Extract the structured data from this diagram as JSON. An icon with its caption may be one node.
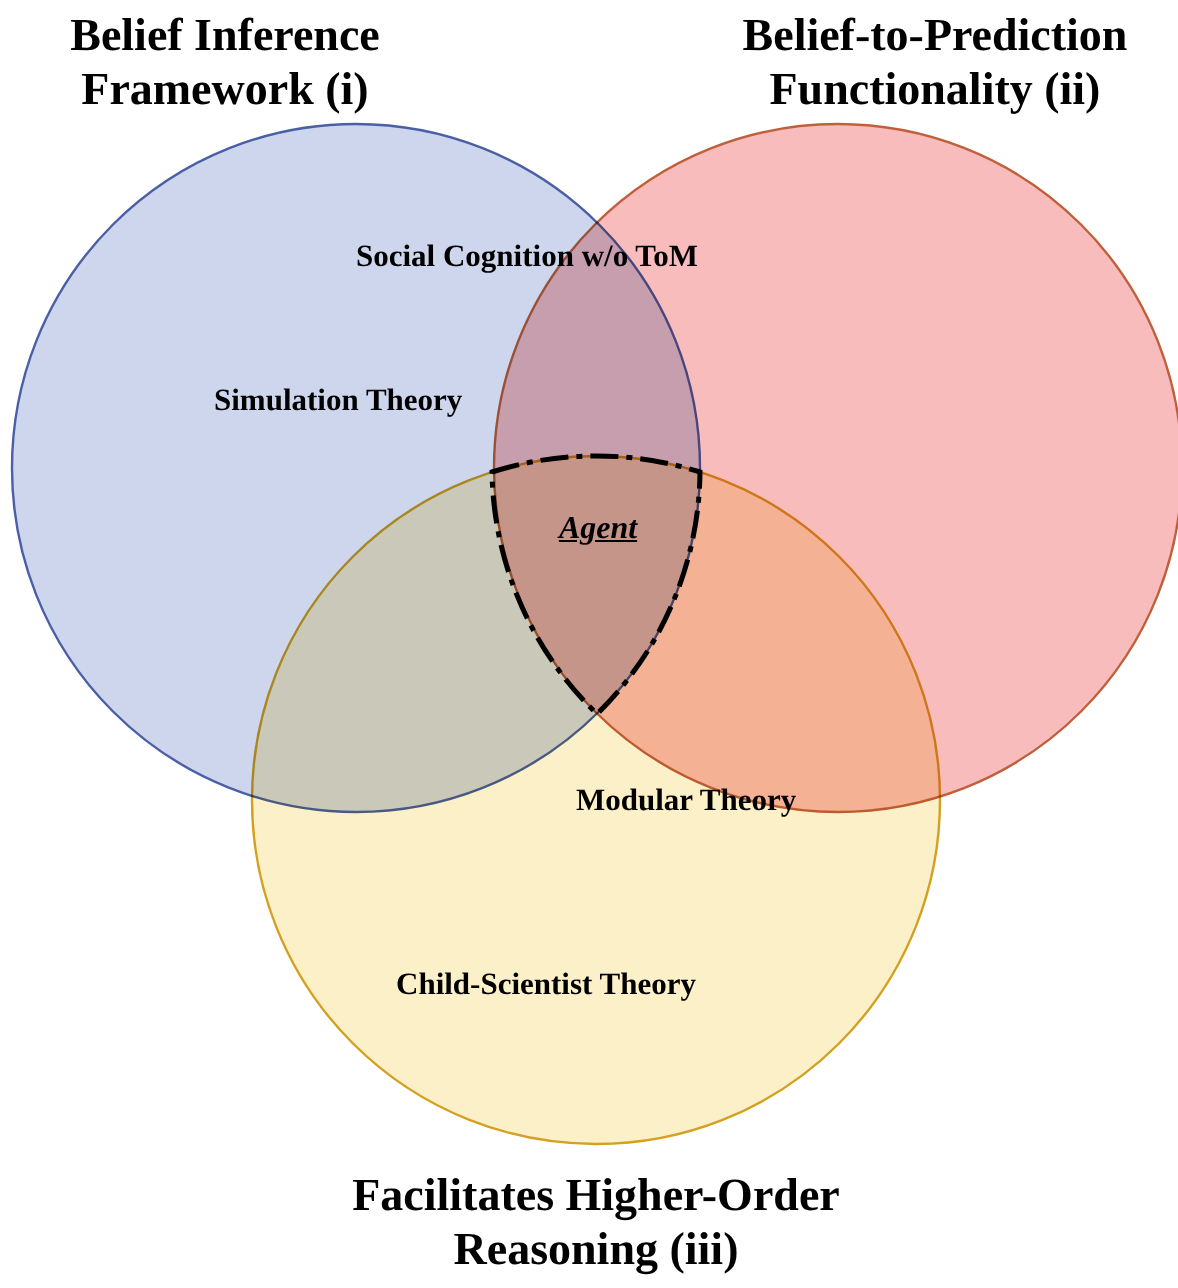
{
  "diagram": {
    "nodes": [
      {
        "text": [
          "Belief Inference Framework (i)"
        ]
      },
      {
        "text": [
          "Belief-to-Prediction Functionality (ii)"
        ]
      },
      {
        "text": [
          "Facilitates Higher-Order Reasoning (iii)"
        ]
      },
      {
        "text": [
          "Agent"
        ]
      }
    ],
    "labels": [
      "Social Cognition w/o ToM",
      "Simulation Theory",
      "Modular Theory",
      "Child-Scientist Theory"
    ]
  }
}
